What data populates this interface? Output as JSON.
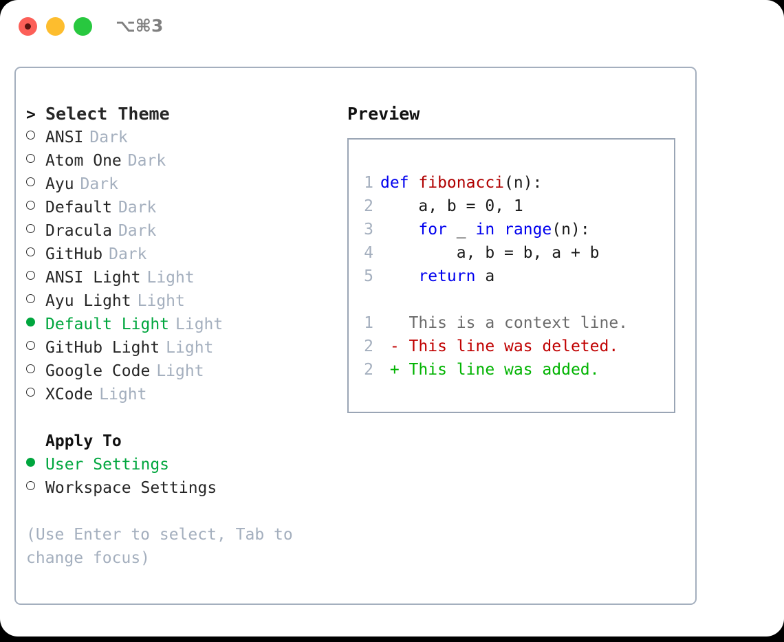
{
  "window": {
    "shortcut_label": "⌥⌘3",
    "traffic_lights": [
      "close-red",
      "minimize-yellow",
      "maximize-green"
    ]
  },
  "theme_list": {
    "header_marker": ">",
    "header_label": "Select Theme",
    "items": [
      {
        "marker": "empty",
        "label": "ANSI",
        "variant": "Dark",
        "selected": false
      },
      {
        "marker": "empty",
        "label": "Atom One",
        "variant": "Dark",
        "selected": false
      },
      {
        "marker": "empty",
        "label": "Ayu",
        "variant": "Dark",
        "selected": false
      },
      {
        "marker": "empty",
        "label": "Default",
        "variant": "Dark",
        "selected": false
      },
      {
        "marker": "empty",
        "label": "Dracula",
        "variant": "Dark",
        "selected": false
      },
      {
        "marker": "empty",
        "label": "GitHub",
        "variant": "Dark",
        "selected": false
      },
      {
        "marker": "empty",
        "label": "ANSI Light",
        "variant": "Light",
        "selected": false
      },
      {
        "marker": "empty",
        "label": "Ayu Light",
        "variant": "Light",
        "selected": false
      },
      {
        "marker": "full",
        "label": "Default Light",
        "variant": "Light",
        "selected": true
      },
      {
        "marker": "empty",
        "label": "GitHub Light",
        "variant": "Light",
        "selected": false
      },
      {
        "marker": "empty",
        "label": "Google Code",
        "variant": "Light",
        "selected": false
      },
      {
        "marker": "empty",
        "label": "XCode",
        "variant": "Light",
        "selected": false
      }
    ]
  },
  "apply_to": {
    "title": "Apply To",
    "options": [
      {
        "marker": "full",
        "label": "User Settings",
        "selected": true
      },
      {
        "marker": "empty",
        "label": "Workspace Settings",
        "selected": false
      }
    ]
  },
  "hint": {
    "line1": "(Use Enter to select, Tab to",
    "line2": "change focus)"
  },
  "preview": {
    "title": "Preview",
    "code_lines": [
      {
        "no": "1",
        "tokens": [
          {
            "t": "def ",
            "c": "kw"
          },
          {
            "t": "fibonacci",
            "c": "fn"
          },
          {
            "t": "(n):",
            "c": "pl"
          }
        ]
      },
      {
        "no": "2",
        "tokens": [
          {
            "t": "    a, b = 0, 1",
            "c": "pl"
          }
        ]
      },
      {
        "no": "3",
        "tokens": [
          {
            "t": "    ",
            "c": "pl"
          },
          {
            "t": "for",
            "c": "kw"
          },
          {
            "t": " _ ",
            "c": "pl"
          },
          {
            "t": "in",
            "c": "kw"
          },
          {
            "t": " ",
            "c": "pl"
          },
          {
            "t": "range",
            "c": "kw"
          },
          {
            "t": "(n):",
            "c": "pl"
          }
        ]
      },
      {
        "no": "4",
        "tokens": [
          {
            "t": "        a, b = b, a + b",
            "c": "pl"
          }
        ]
      },
      {
        "no": "5",
        "tokens": [
          {
            "t": "    ",
            "c": "pl"
          },
          {
            "t": "return",
            "c": "kw"
          },
          {
            "t": " a",
            "c": "pl"
          }
        ]
      }
    ],
    "diff_lines": [
      {
        "no": "1",
        "sign": "  ",
        "text": "This is a context line.",
        "kind": "ctx"
      },
      {
        "no": "2",
        "sign": "- ",
        "text": "This line was deleted.",
        "kind": "del"
      },
      {
        "no": "2",
        "sign": "+ ",
        "text": "This line was added.",
        "kind": "add"
      }
    ]
  },
  "colors": {
    "accent_green": "#00a63e",
    "dim_gray": "#a4afbe",
    "keyword_blue": "#0000ee",
    "function_red": "#b00000",
    "diff_added": "#00b300",
    "diff_deleted": "#c00000",
    "border": "#a4afbe"
  }
}
